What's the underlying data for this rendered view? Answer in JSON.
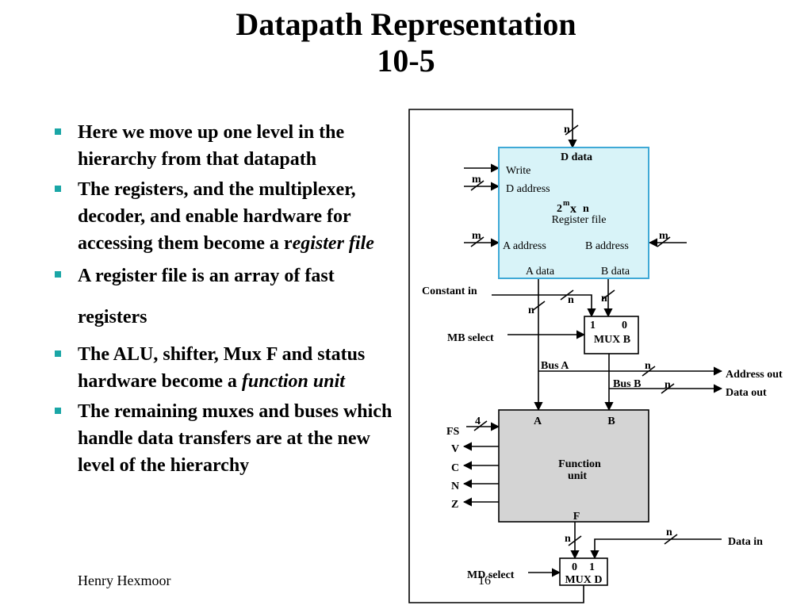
{
  "slide": {
    "title_line1": "Datapath Representation",
    "title_line2": "10-5",
    "bullets": [
      {
        "text": "Here we move up one level in the hierarchy from that datapath",
        "italic": ""
      },
      {
        "text": "The registers, and the multiplexer, decoder, and enable hardware for accessing them become a r",
        "italic": "egister file"
      },
      {
        "text": "A register file is an array of fast registers",
        "italic": ""
      },
      {
        "text": "The ALU, shifter, Mux F and status hardware become a ",
        "italic": "function unit"
      },
      {
        "text": "The remaining muxes and buses which handle data transfers are at the new level of the hierarchy",
        "italic": ""
      }
    ],
    "footer_author": "Henry Hexmoor",
    "page_number": "16"
  },
  "colors": {
    "register_file_fill": "#d8f3f8",
    "register_file_border": "#3fa9d6",
    "function_unit_fill": "#d4d4d4",
    "bullet": "#1aa6a6"
  },
  "diagram": {
    "register_file": {
      "d_data": "D data",
      "write": "Write",
      "d_address": "D address",
      "size_base": "2",
      "size_exp": "m",
      "size_x": "x",
      "size_n": "n",
      "label": "Register file",
      "a_address": "A address",
      "b_address": "B address",
      "a_data": "A data",
      "b_data": "B data"
    },
    "widths": {
      "n": "n",
      "m": "m",
      "four": "4"
    },
    "constant_in": "Constant in",
    "mb_select": "MB select",
    "mux_b": {
      "in1": "1",
      "in0": "0",
      "label": "MUX B"
    },
    "bus_a": "Bus A",
    "bus_b": "Bus B",
    "address_out": "Address out",
    "data_out": "Data out",
    "function_unit": {
      "in_a": "A",
      "in_b": "B",
      "label_line1": "Function",
      "label_line2": "unit",
      "fs": "FS",
      "v": "V",
      "c": "C",
      "n": "N",
      "z": "Z",
      "out_f": "F"
    },
    "data_in": "Data in",
    "md_select": "MD select",
    "mux_d": {
      "in0": "0",
      "in1": "1",
      "label": "MUX D"
    }
  }
}
